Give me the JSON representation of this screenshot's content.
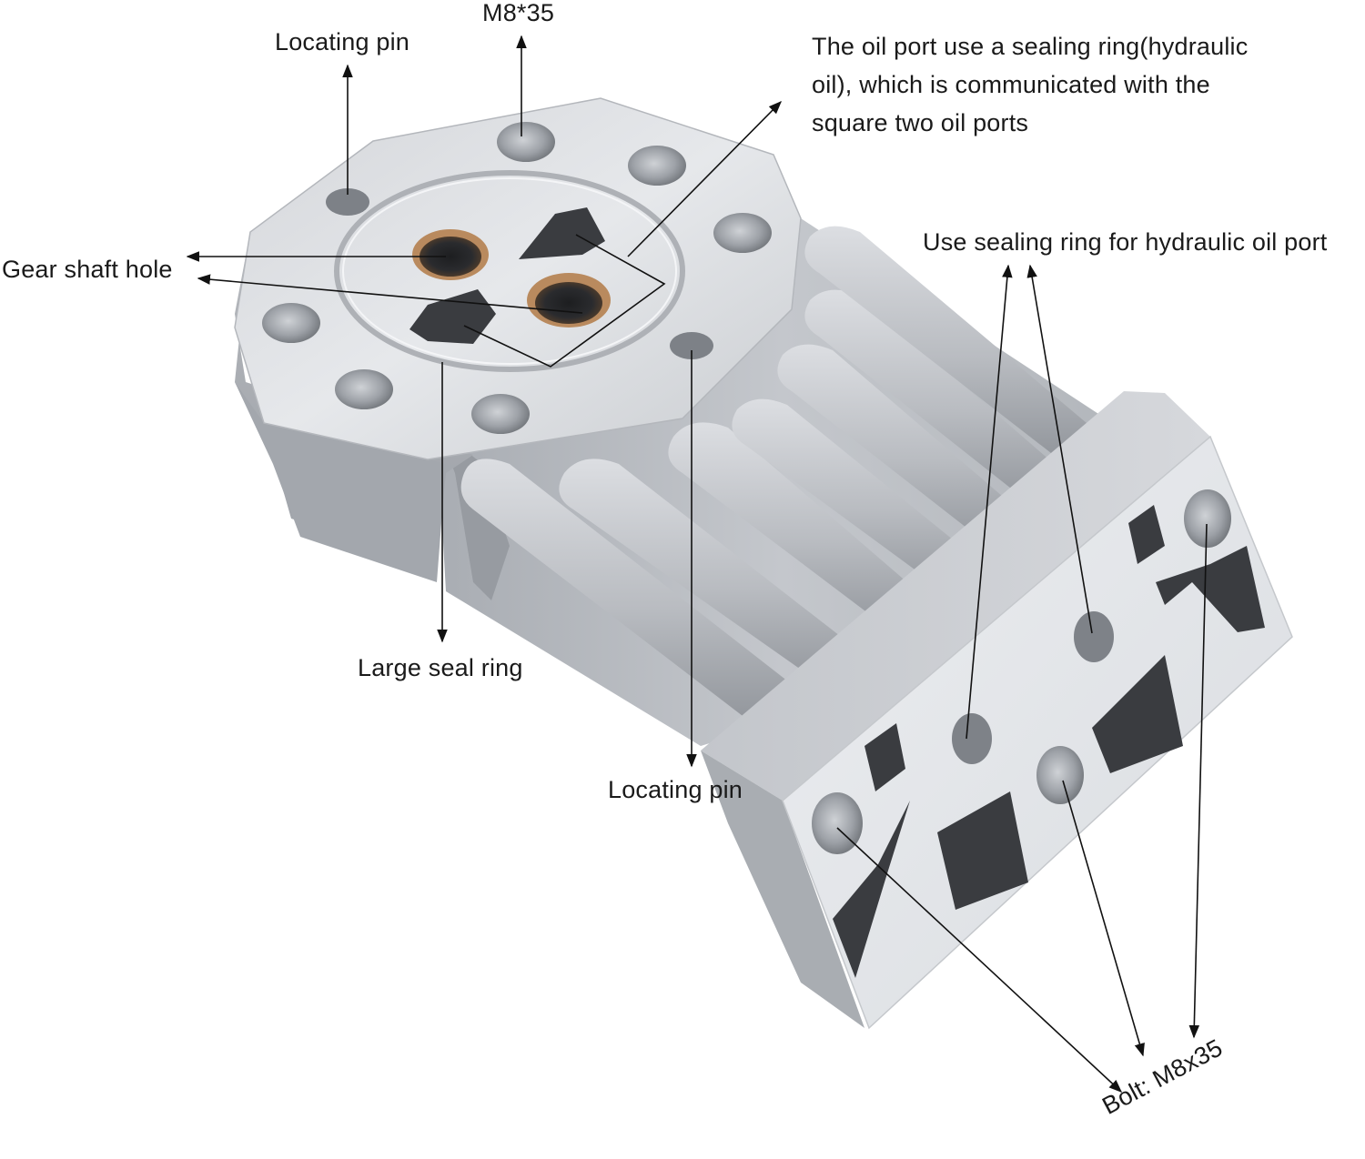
{
  "labels": {
    "m8_35_top": "M8*35",
    "locating_pin_top": "Locating pin",
    "oil_port_note": [
      "The oil port use a sealing ring(hydraulic",
      "oil), which is communicated with the",
      "square two oil ports"
    ],
    "use_sealing_ring": "Use sealing ring for hydraulic oil port",
    "gear_shaft_hole": "Gear shaft hole",
    "large_seal_ring": "Large seal ring",
    "locating_pin_bottom": "Locating pin",
    "bolt_m8x35": "Bolt: M8x35"
  },
  "colors": {
    "metal_light": "#e4e6ea",
    "metal_mid": "#c4c7cc",
    "metal_dark": "#8e9298",
    "hole_dark": "#3a3c40",
    "bushing": "#b98a5e",
    "annotation_line": "#111111"
  }
}
